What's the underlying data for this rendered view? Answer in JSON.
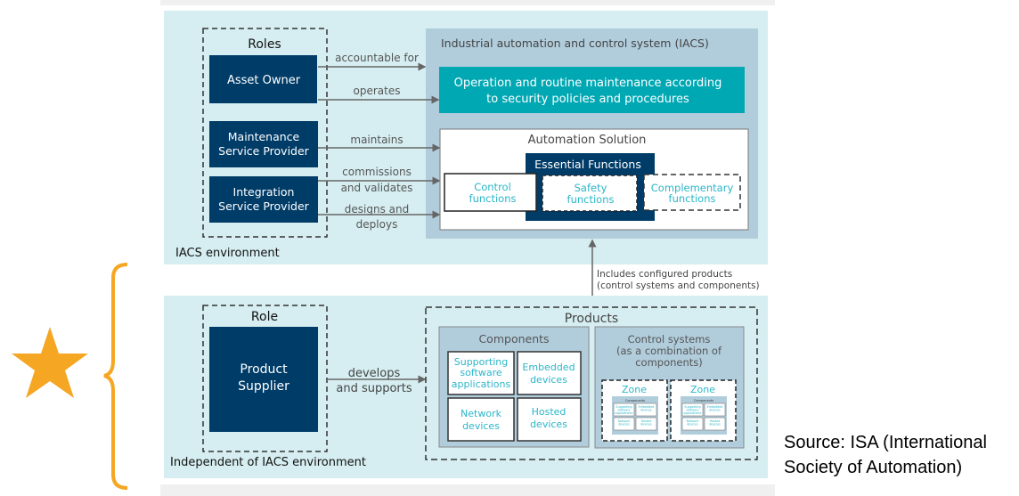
{
  "colors": {
    "panel": "#d6eef1",
    "iacs": "#b1cddc",
    "navy": "#003c68",
    "teal": "#00a8b4",
    "cyan_text": "#2bb6c8",
    "accent_orange": "#f5a623"
  },
  "top": {
    "roles_title": "Roles",
    "asset_owner": "Asset Owner",
    "maintenance": [
      "Maintenance",
      "Service Provider"
    ],
    "integration": [
      "Integration",
      "Service Provider"
    ],
    "arrows": {
      "accountable": "accountable for",
      "operates": "operates",
      "maintains": "maintains",
      "commissions": [
        "commissions",
        "and validates"
      ],
      "designs": [
        "designs and",
        "deploys"
      ]
    },
    "iacs_title": "Industrial automation and control system (IACS)",
    "operation": [
      "Operation and routine maintenance according",
      "to security policies and procedures"
    ],
    "automation_solution": "Automation Solution",
    "essential_functions": "Essential Functions",
    "control_functions": [
      "Control",
      "functions"
    ],
    "safety_functions": [
      "Safety",
      "functions"
    ],
    "complementary_functions": [
      "Complementary",
      "functions"
    ],
    "env_label": "IACS environment"
  },
  "link": [
    "Includes configured products",
    "(control systems and components)"
  ],
  "bottom": {
    "role_title": "Role",
    "product_supplier": [
      "Product",
      "Supplier"
    ],
    "develops": [
      "develops",
      "and supports"
    ],
    "products_title": "Products",
    "components_title": "Components",
    "components": {
      "supporting": [
        "Supporting",
        "software",
        "applications"
      ],
      "embedded": [
        "Embedded",
        "devices"
      ],
      "network": [
        "Network",
        "devices"
      ],
      "hosted": [
        "Hosted",
        "devices"
      ]
    },
    "control_systems": [
      "Control systems",
      "(as a combination of",
      "components)"
    ],
    "zone": "Zone",
    "zone_components": "Components",
    "env_label": "Independent of IACS environment"
  },
  "source": [
    "Source: ISA (International",
    "Society of Automation)"
  ],
  "icons": {
    "star": "star-icon",
    "bracket": "curly-bracket-icon"
  }
}
